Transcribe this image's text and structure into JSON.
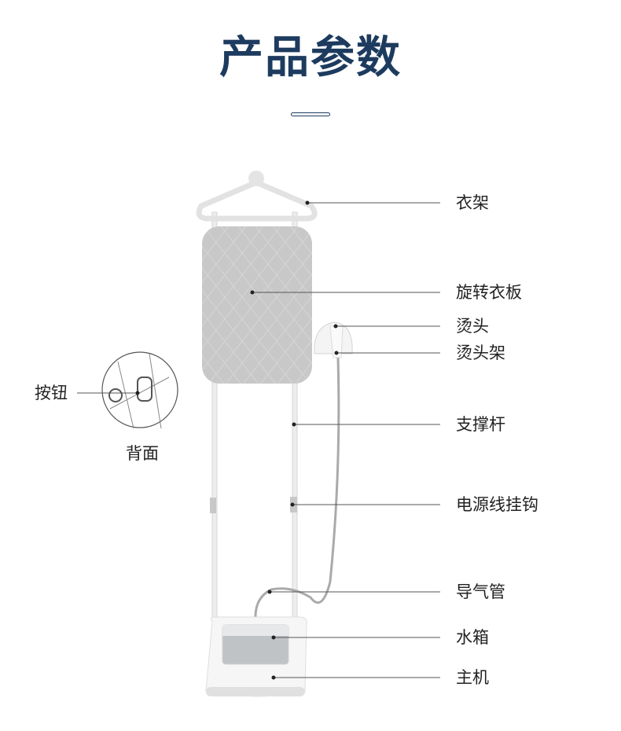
{
  "title": "产品参数",
  "labels": {
    "hanger": "衣架",
    "board": "旋转衣板",
    "steam_head": "烫头",
    "head_holder": "烫头架",
    "pole": "支撑杆",
    "cord_hook": "电源线挂钩",
    "hose": "导气管",
    "water_tank": "水箱",
    "main_unit": "主机",
    "button": "按钮",
    "back_view": "背面"
  },
  "colors": {
    "title": "#1d3b5e",
    "board": "#c8c8c8"
  }
}
